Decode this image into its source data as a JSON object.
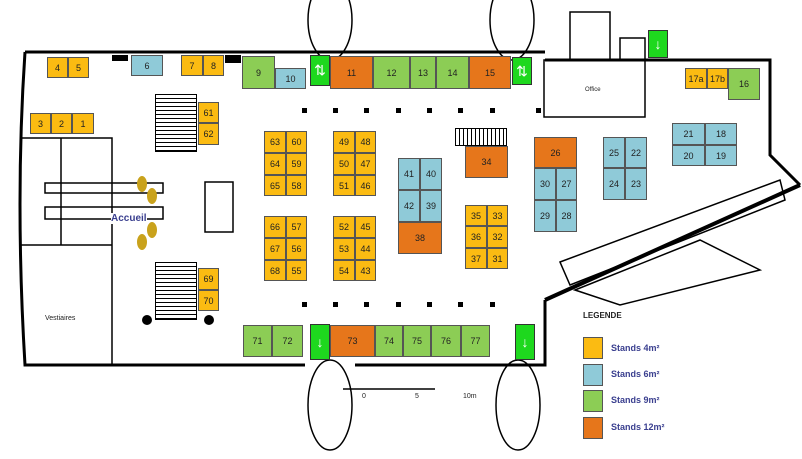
{
  "legend": {
    "title": "LEGENDE",
    "items": [
      {
        "label": "Stands 4m²",
        "color": "#fbbb12"
      },
      {
        "label": "Stands 6m²",
        "color": "#8fcad8"
      },
      {
        "label": "Stands 9m²",
        "color": "#8ccd55"
      },
      {
        "label": "Stands 12m²",
        "color": "#e6761b"
      }
    ]
  },
  "rooms": {
    "office": "Office",
    "accueil": "Accueil",
    "vestiaires": "Vestiaires"
  },
  "scale": {
    "zero": "0",
    "mid": "5",
    "end": "10m"
  },
  "stands": {
    "s1": "1",
    "s2": "2",
    "s3": "3",
    "s4": "4",
    "s5": "5",
    "s6": "6",
    "s7": "7",
    "s8": "8",
    "s9": "9",
    "s10": "10",
    "s11": "11",
    "s12": "12",
    "s13": "13",
    "s14": "14",
    "s15": "15",
    "s16": "16",
    "s17a": "17a",
    "s17b": "17b",
    "s18": "18",
    "s19": "19",
    "s20": "20",
    "s21": "21",
    "s22": "22",
    "s23": "23",
    "s24": "24",
    "s25": "25",
    "s26": "26",
    "s27": "27",
    "s28": "28",
    "s29": "29",
    "s30": "30",
    "s31": "31",
    "s32": "32",
    "s33": "33",
    "s34": "34",
    "s35": "35",
    "s36": "36",
    "s37": "37",
    "s38": "38",
    "s39": "39",
    "s40": "40",
    "s41": "41",
    "s42": "42",
    "s43": "43",
    "s44": "44",
    "s45": "45",
    "s46": "46",
    "s47": "47",
    "s48": "48",
    "s49": "49",
    "s50": "50",
    "s51": "51",
    "s52": "52",
    "s53": "53",
    "s54": "54",
    "s55": "55",
    "s56": "56",
    "s57": "57",
    "s58": "58",
    "s59": "59",
    "s60": "60",
    "s61": "61",
    "s62": "62",
    "s63": "63",
    "s64": "64",
    "s65": "65",
    "s66": "66",
    "s67": "67",
    "s68": "68",
    "s69": "69",
    "s70": "70",
    "s71": "71",
    "s72": "72",
    "s73": "73",
    "s74": "74",
    "s75": "75",
    "s76": "76",
    "s77": "77"
  }
}
